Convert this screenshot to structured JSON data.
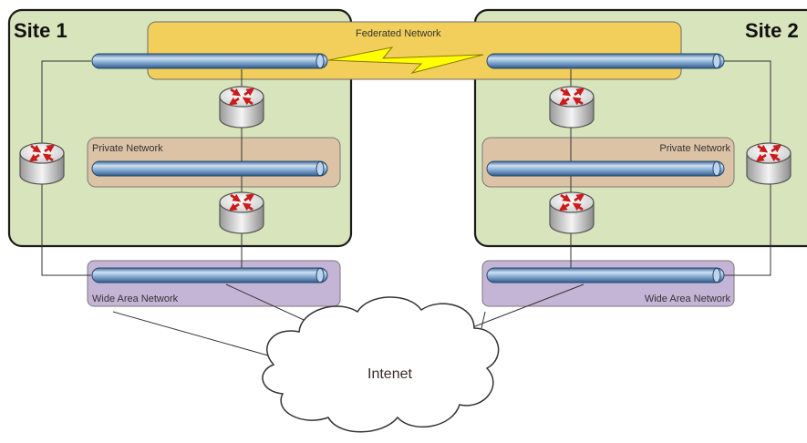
{
  "sites": {
    "site1": {
      "title": "Site 1"
    },
    "site2": {
      "title": "Site 2"
    }
  },
  "networks": {
    "federated": "Federated Network",
    "private_left": "Private Network",
    "private_right": "Private Network",
    "wan_left": "Wide Area Network",
    "wan_right": "Wide Area Network"
  },
  "cloud": {
    "label": "Intenet"
  },
  "colors": {
    "site_fill": "#d8e4bc",
    "federated_fill": "#f2cf5b",
    "private_fill": "#dcc3a6",
    "wan_fill": "#c4b4d6",
    "pipe": "#8fb4d9",
    "lightning": "#ffff00",
    "router_arrows": "#cc1b1b"
  },
  "icons": [
    "router-icon",
    "lightning-icon",
    "cloud-icon",
    "network-pipe-icon"
  ]
}
